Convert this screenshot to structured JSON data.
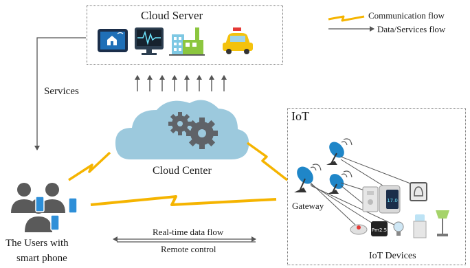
{
  "cloud_server": {
    "title": "Cloud Server"
  },
  "legend": {
    "communication": "Communication flow",
    "data_services": "Data/Services flow",
    "communication_color": "#f5b400",
    "data_color": "#555555"
  },
  "labels": {
    "services": "Services",
    "cloud_center": "Cloud Center",
    "iot": "IoT",
    "gateway": "Gateway",
    "iot_devices": "IoT Devices",
    "users_line1": "The Users with",
    "users_line2": "smart phone",
    "realtime": "Real-time data flow",
    "remote": "Remote control"
  },
  "device_readouts": {
    "pm": "Pm2.5",
    "temp": "17.0"
  },
  "colors": {
    "cloud": "#9cc9dd",
    "gear": "#5f6368",
    "users": "#5a5a5a",
    "phone": "#2e8fd8",
    "dish": "#1f86c8"
  }
}
